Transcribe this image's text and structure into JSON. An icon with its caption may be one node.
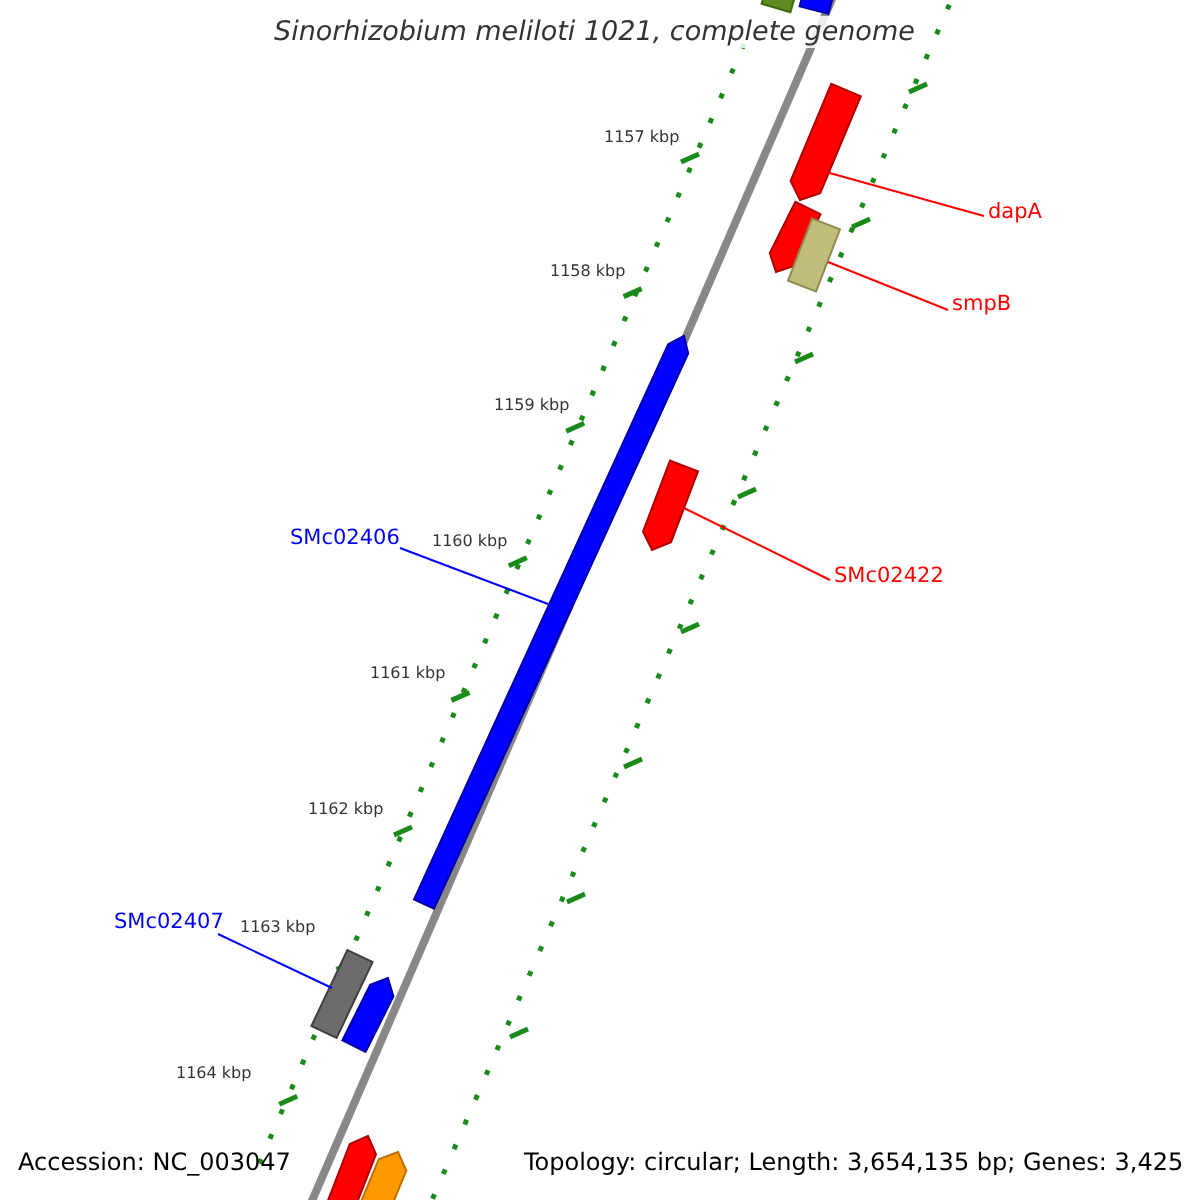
{
  "diagram": {
    "title": "Sinorhizobium meliloti 1021, complete genome",
    "nodes": [
      {
        "text": [
          "dapA"
        ]
      },
      {
        "text": [],
        "shape": "arrow"
      },
      {
        "text": [
          "smpB"
        ]
      },
      {
        "text": [],
        "shape": "box"
      },
      {
        "text": [
          "SMc02422"
        ]
      },
      {
        "text": [],
        "shape": "arrow"
      },
      {
        "text": [
          "SMc02406"
        ]
      },
      {
        "text": [],
        "shape": "arrow"
      },
      {
        "text": [
          "SMc02407"
        ]
      },
      {
        "text": [],
        "shape": "box"
      }
    ],
    "edges": [
      {
        "from": 0,
        "to": 1,
        "arrow": "none"
      },
      {
        "from": 2,
        "to": 3,
        "arrow": "none"
      },
      {
        "from": 4,
        "to": 5,
        "arrow": "none"
      },
      {
        "from": 6,
        "to": 7,
        "arrow": "none",
        "color": "#0000ff"
      },
      {
        "from": 8,
        "to": 9,
        "arrow": "none",
        "color": "#0000ff"
      }
    ],
    "labels": [
      "1157 kbp",
      "1158 kbp",
      "1159 kbp",
      "1160 kbp",
      "1161 kbp",
      "1162 kbp",
      "1163 kbp",
      "1164 kbp",
      "Accession: NC_003047",
      "Topology: circular; Length: 3,654,135 bp; Genes: 3,425"
    ]
  }
}
